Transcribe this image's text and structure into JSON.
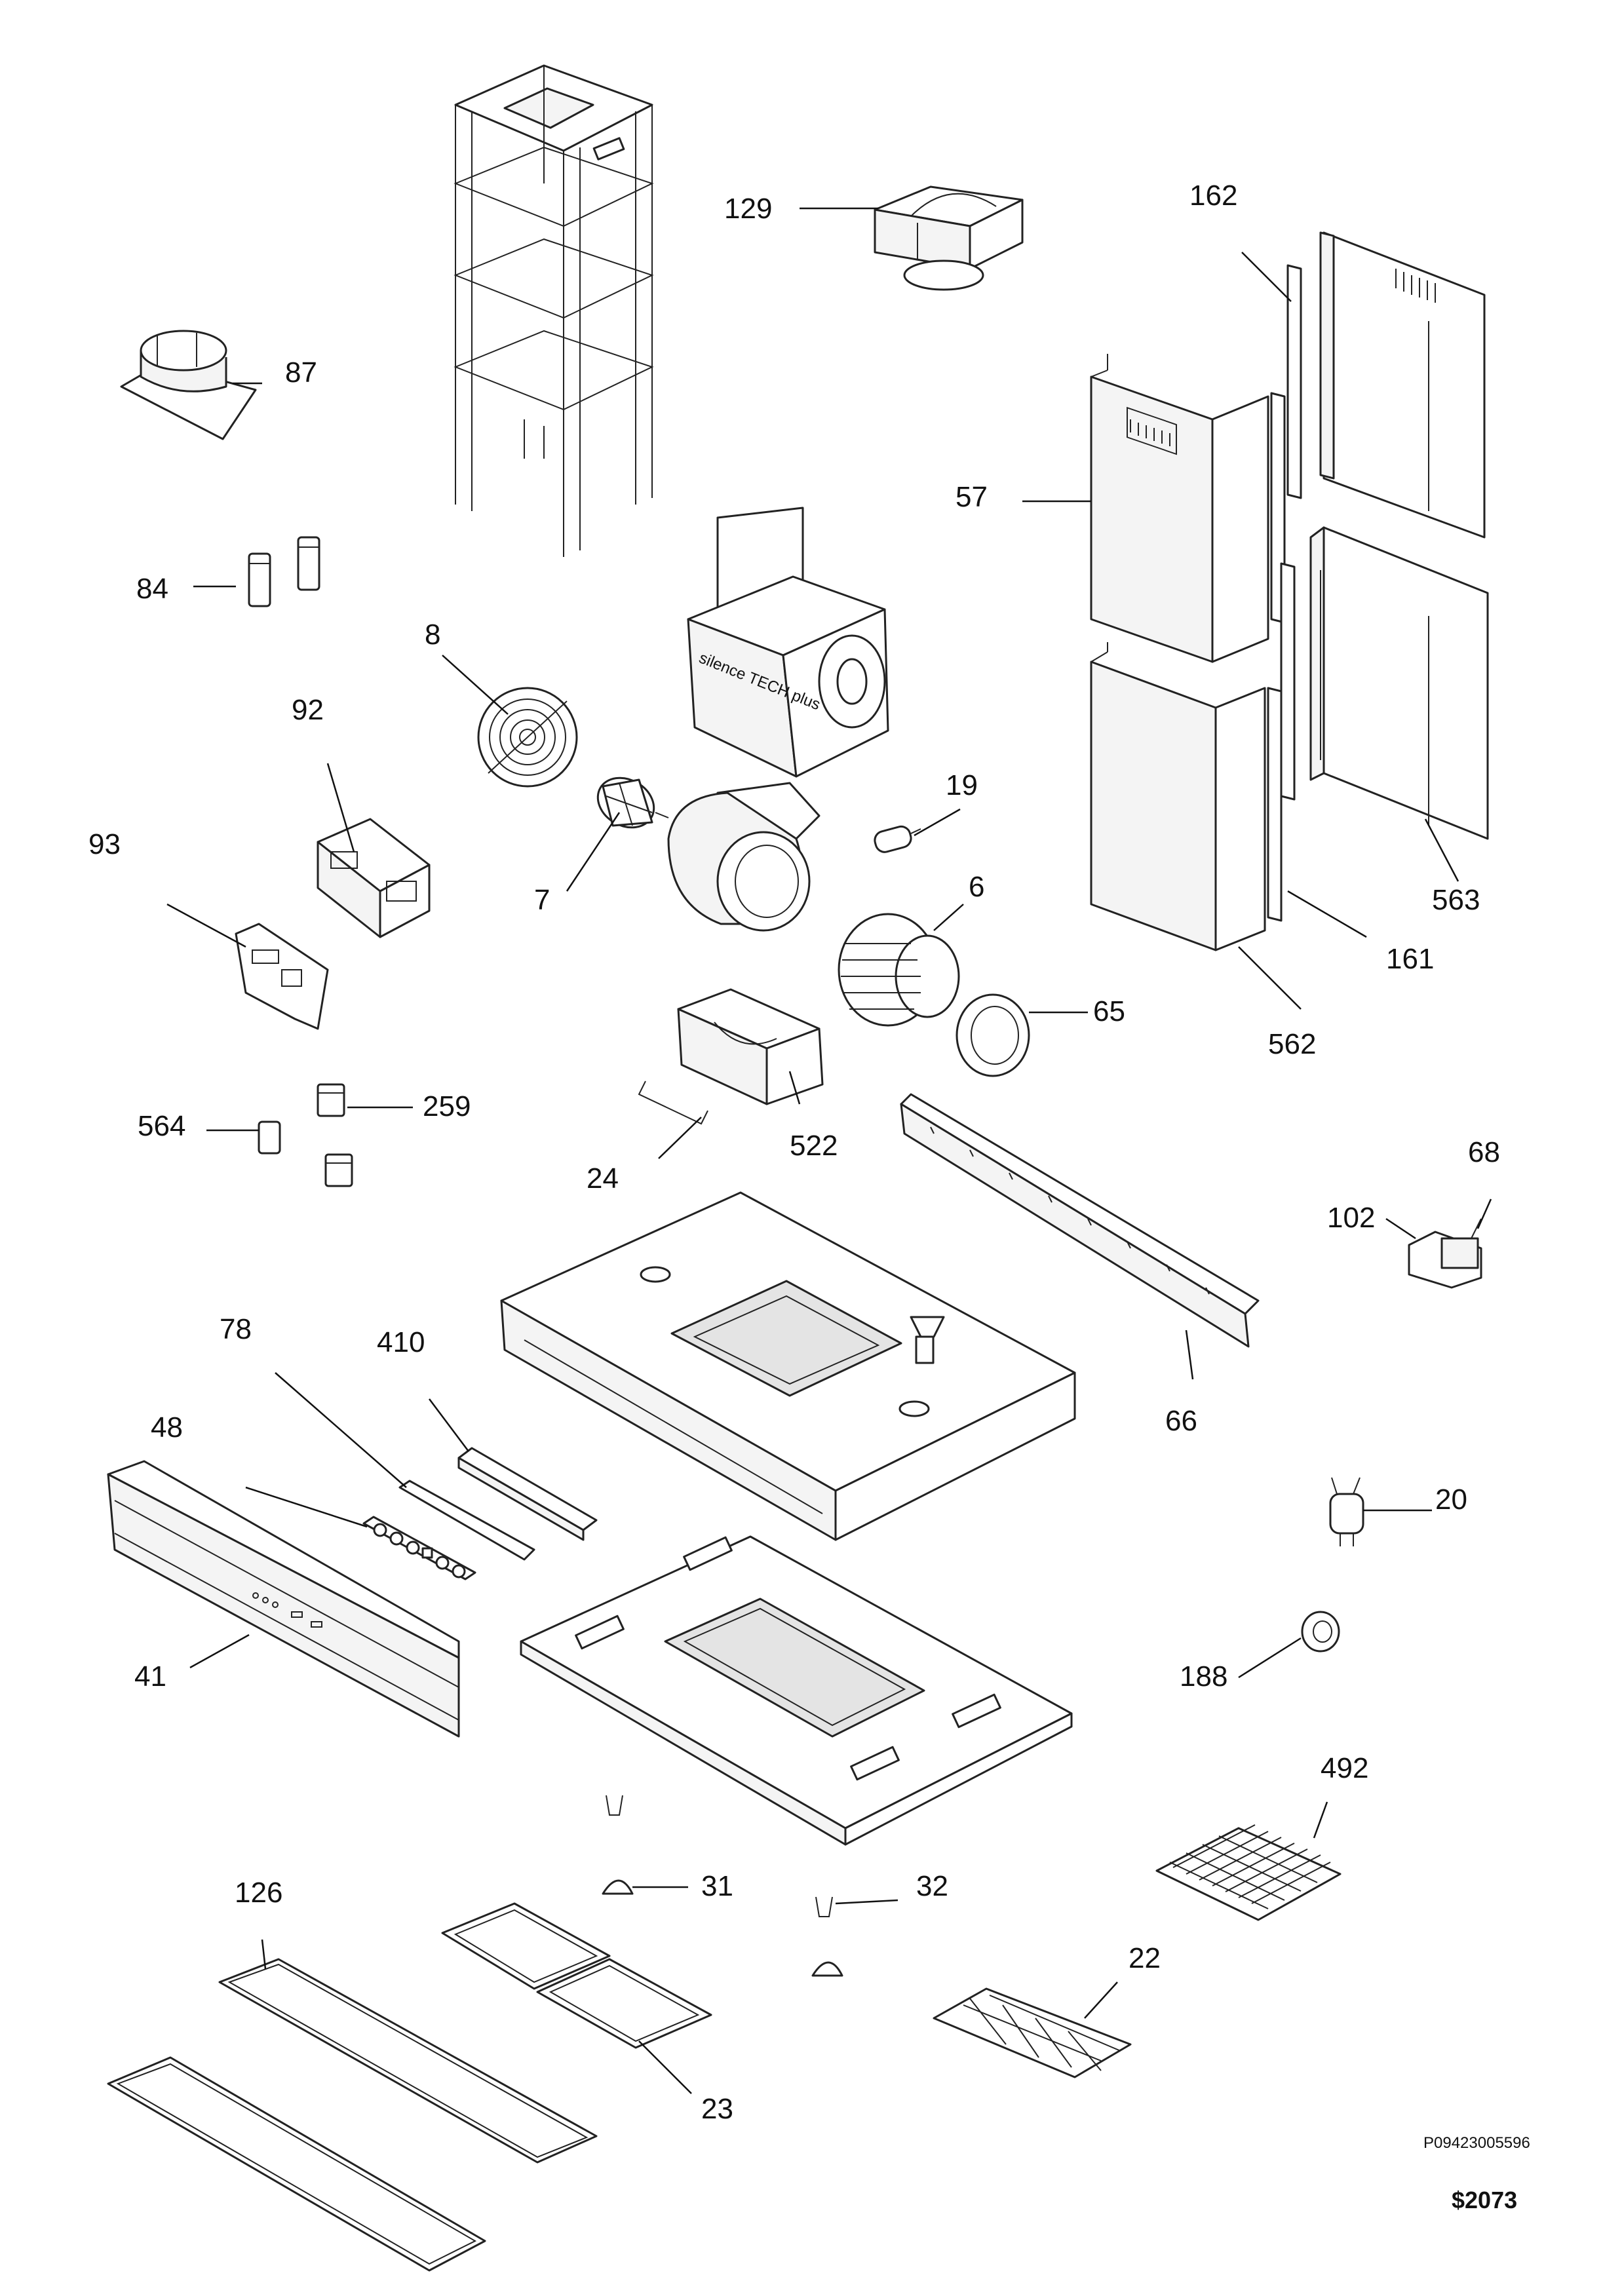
{
  "labels": {
    "p129": "129",
    "p162": "162",
    "p87": "87",
    "p57": "57",
    "p84": "84",
    "p8": "8",
    "p92": "92",
    "p19": "19",
    "p93": "93",
    "p7": "7",
    "p6": "6",
    "p563": "563",
    "p161": "161",
    "p65": "65",
    "p562": "562",
    "p259": "259",
    "p564": "564",
    "p522": "522",
    "p24": "24",
    "p68": "68",
    "p102": "102",
    "p78": "78",
    "p410": "410",
    "p66": "66",
    "p48": "48",
    "p20": "20",
    "p41": "41",
    "p188": "188",
    "p492": "492",
    "p126": "126",
    "p31": "31",
    "p32": "32",
    "p22": "22",
    "p23": "23"
  },
  "blower_housing_brand": "silence TECH plus",
  "drawing_code": "P09423005596",
  "sheet_code": "$2073"
}
